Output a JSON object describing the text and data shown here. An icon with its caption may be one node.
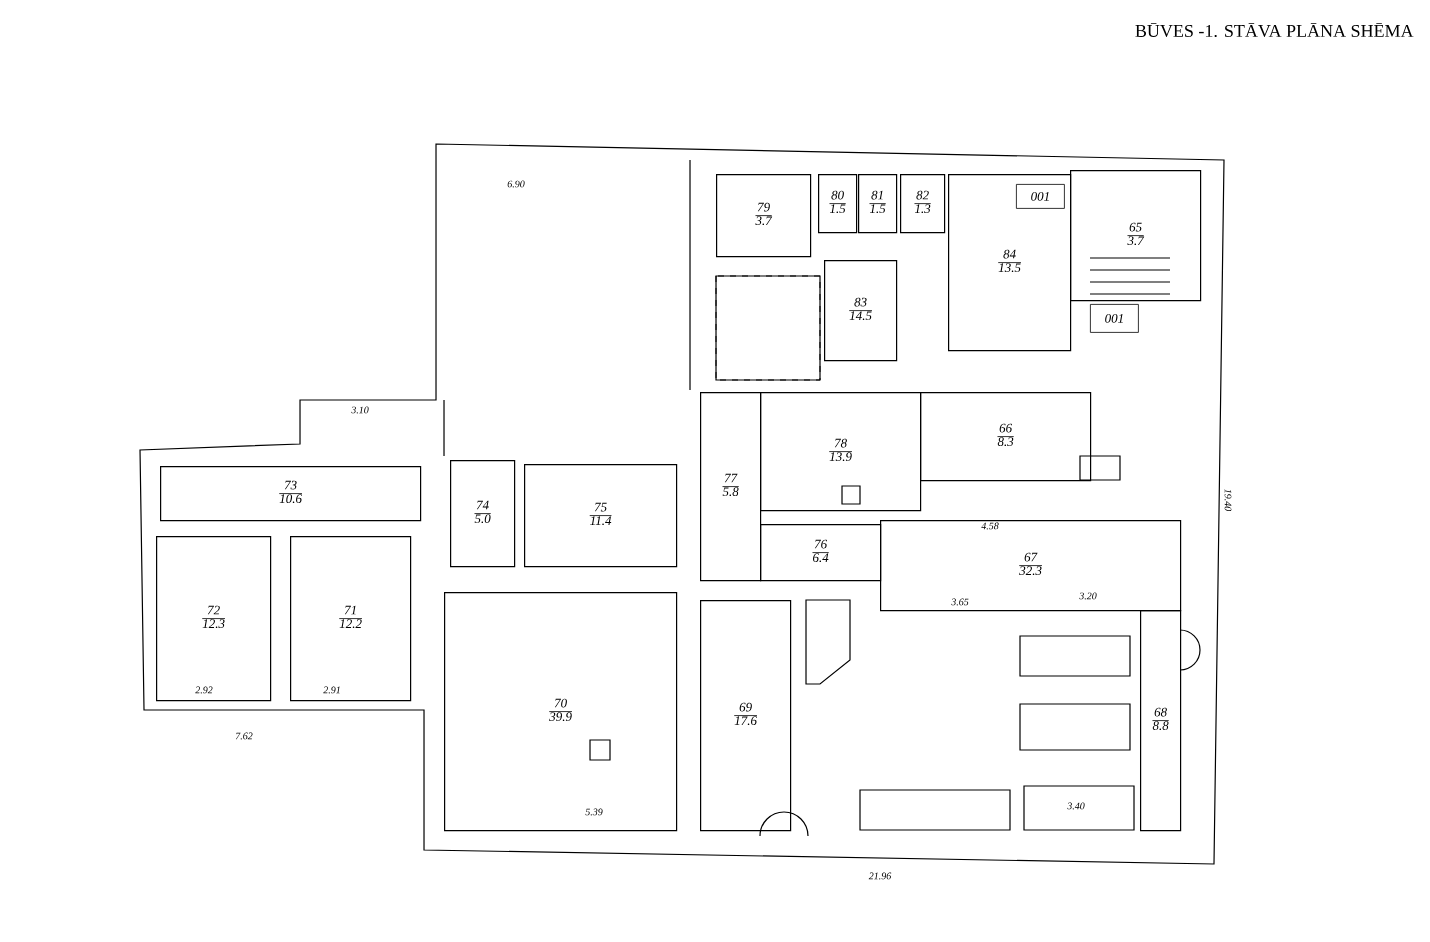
{
  "diagram": {
    "title": "BŪVES -1. STĀVA PLĀNA SHĒMA",
    "nodes": [
      {
        "text": [
          "79",
          "3.7"
        ]
      },
      {
        "text": [
          "80",
          "1.5"
        ]
      },
      {
        "text": [
          "81",
          "1.5"
        ]
      },
      {
        "text": [
          "82",
          "1.3"
        ]
      },
      {
        "text": [
          "84",
          "13.5"
        ]
      },
      {
        "text": [
          "001"
        ],
        "in": 4
      },
      {
        "text": [
          "65",
          "3.7"
        ]
      },
      {
        "text": [
          "83",
          "14.5"
        ]
      },
      {
        "text": [
          "001"
        ]
      },
      {
        "text": [
          "78",
          "13.9"
        ]
      },
      {
        "text": [
          "66",
          "8.3"
        ]
      },
      {
        "text": [
          "77",
          "5.8"
        ]
      },
      {
        "text": [
          "74",
          "5.0"
        ]
      },
      {
        "text": [
          "75",
          "11.4"
        ]
      },
      {
        "text": [
          "73",
          "10.6"
        ]
      },
      {
        "text": [
          "76",
          "6.4"
        ]
      },
      {
        "text": [
          "67",
          "32.3"
        ]
      },
      {
        "text": [
          "72",
          "12.3"
        ]
      },
      {
        "text": [
          "71",
          "12.2"
        ]
      },
      {
        "text": [
          "70",
          "39.9"
        ]
      },
      {
        "text": [
          "69",
          "17.6"
        ]
      },
      {
        "text": [
          "68",
          "8.8"
        ]
      }
    ],
    "labels": [
      "6.90",
      "3.10",
      "2.92",
      "2.91",
      "7.62",
      "5.39",
      "4.58",
      "3.65",
      "3.20",
      "3.40",
      "21.96",
      "19.40"
    ]
  }
}
